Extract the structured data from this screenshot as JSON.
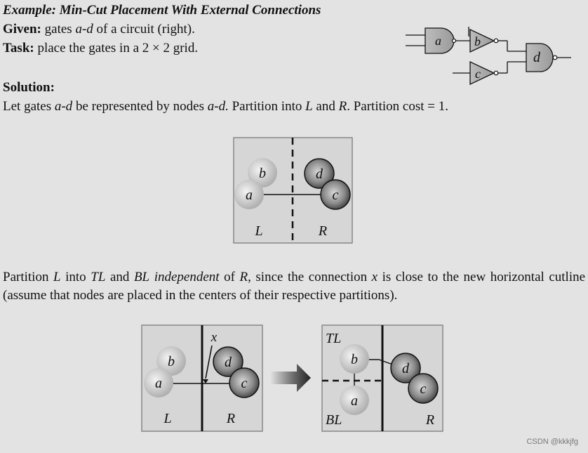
{
  "header": {
    "title": "Example: Min-Cut Placement With External Connections",
    "given_label": "Given:",
    "given_text_1": " gates ",
    "given_var": "a-d",
    "given_text_2": " of a circuit (right).",
    "task_label": "Task:",
    "task_text": " place the gates in a 2 × 2 grid."
  },
  "solution": {
    "label": "Solution:",
    "t1": "Let gates ",
    "v1": "a-d",
    "t2": " be represented by nodes ",
    "v2": "a-d.",
    "t3": " Partition into ",
    "v3": "L",
    "t4": " and ",
    "v4": "R",
    "t5": ". Partition cost = 1."
  },
  "paragraph": {
    "t1": "Partition ",
    "v1": "L",
    "t2": " into ",
    "v2": "TL",
    "t3": " and ",
    "v3": "BL",
    "t4": " ",
    "v4": "independent",
    "t5": " of ",
    "v5": "R",
    "t6": ", since the connection ",
    "v6": "x",
    "t7": " is close to the new horizontal cutline (assume that nodes are placed in the centers of their respective partitions)."
  },
  "circuit": {
    "gate_a": "a",
    "gate_b": "b",
    "gate_c": "c",
    "gate_d": "d"
  },
  "diagram1": {
    "node_a": "a",
    "node_b": "b",
    "node_c": "c",
    "node_d": "d",
    "label_left": "L",
    "label_right": "R"
  },
  "diagram2": {
    "node_a": "a",
    "node_b": "b",
    "node_c": "c",
    "node_d": "d",
    "label_left": "L",
    "label_right": "R",
    "label_x": "x"
  },
  "diagram3": {
    "node_a": "a",
    "node_b": "b",
    "node_c": "c",
    "node_d": "d",
    "label_tl": "TL",
    "label_bl": "BL",
    "label_right": "R"
  },
  "watermark": "CSDN @kkkjfg",
  "colors": {
    "background": "#e3e3e3",
    "panel": "#d6d6d6",
    "light_node": "#d0d0d0",
    "dark_node": "#6a6a6a"
  }
}
